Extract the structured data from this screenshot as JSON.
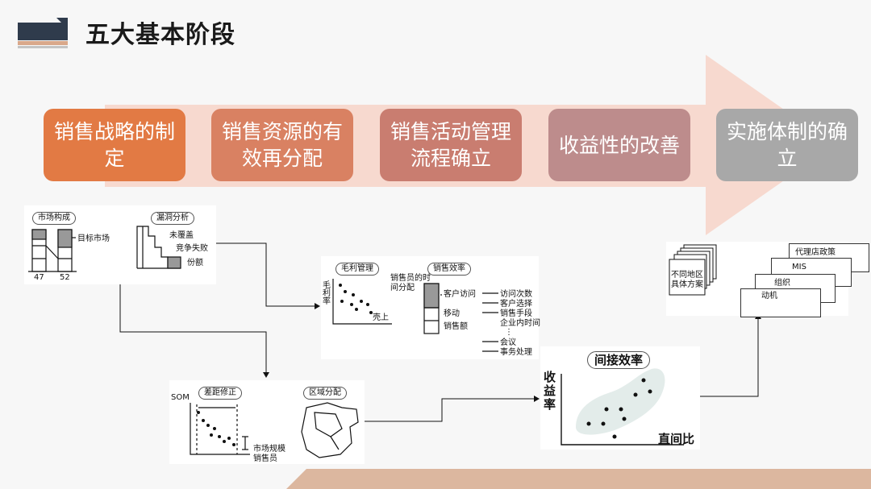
{
  "title": "五大基本阶段",
  "stages": [
    {
      "label": "销售战略的制定",
      "color": "#e27a44"
    },
    {
      "label": "销售资源的有效再分配",
      "color": "#d98162"
    },
    {
      "label": "销售活动管理流程确立",
      "color": "#c97d70"
    },
    {
      "label": "收益性的改善",
      "color": "#bd8c8c"
    },
    {
      "label": "实施体制的确立",
      "color": "#a8a8a8"
    }
  ],
  "panel1": {
    "tag1": "市场构成",
    "tag2": "漏洞分析",
    "target": "目标市场",
    "n1": "47",
    "n2": "52",
    "l1": "未覆盖",
    "l2": "竞争失败",
    "l3": "份额"
  },
  "panel2": {
    "tag1": "毛利管理",
    "tag2": "销售效率",
    "ylabel": "毛利率",
    "xlabel": "壳上",
    "alloc": "销售员的时间分配",
    "visit": "客户访问",
    "move": "移动",
    "sales": "销售额",
    "items": [
      "访问次数",
      "客户选择",
      "销售手段",
      "企业内时间",
      "⋮",
      "会议",
      "事务处理"
    ]
  },
  "panel3": {
    "som": "SOM",
    "tag1": "差距修正",
    "tag2": "区域分配",
    "l1": "市场规模",
    "l2": "销售员"
  },
  "panel4": {
    "title": "间接效率",
    "ylabel": "收益率",
    "xlabel": "直间比"
  },
  "panel5": {
    "cards": [
      "代理店政策",
      "MIS",
      "组织",
      "动机"
    ],
    "front": "不同地区具体方案"
  },
  "colors": {
    "arrow": "#f7d9cf",
    "accent_bar": "#2f3b4c",
    "accent_stripe": "#d9a88a",
    "bottom_band": "#dcb79f"
  }
}
